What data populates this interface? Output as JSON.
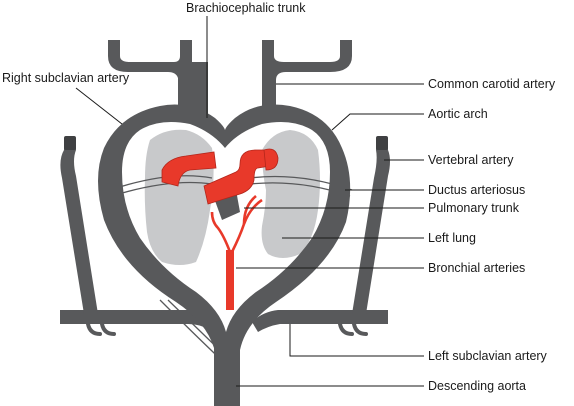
{
  "labels": {
    "brachiocephalic_trunk": "Brachiocephalic trunk",
    "right_subclavian_artery": "Right subclavian artery",
    "common_carotid_artery": "Common carotid artery",
    "aortic_arch": "Aortic arch",
    "vertebral_artery": "Vertebral artery",
    "ductus_arteriosus": "Ductus arteriosus",
    "pulmonary_trunk": "Pulmonary trunk",
    "left_lung": "Left lung",
    "bronchial_arteries": "Bronchial arteries",
    "left_subclavian_artery": "Left subclavian artery",
    "descending_aorta": "Descending aorta"
  },
  "colors": {
    "vessel": "#58595b",
    "vessel_edge": "#3f4042",
    "lung": "#c8c9cb",
    "pulmonary": "#e8392a",
    "pulmonary_edge": "#b3261b",
    "thin_line": "#58595b",
    "text": "#1a1a1a"
  }
}
